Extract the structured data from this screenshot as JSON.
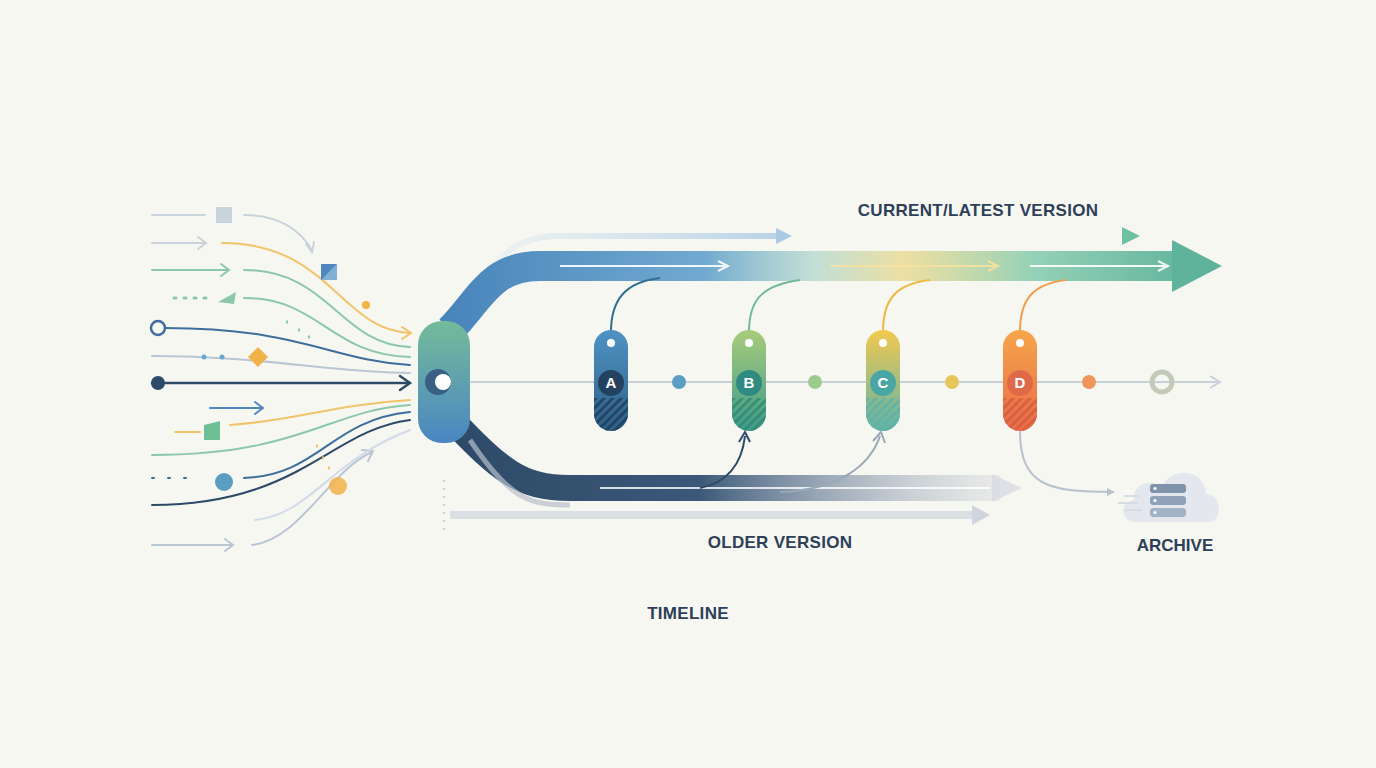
{
  "diagram": {
    "nodes": [
      {
        "text": [
          "A"
        ]
      },
      {
        "text": [
          "B"
        ]
      },
      {
        "text": [
          "C"
        ]
      },
      {
        "text": [
          "D"
        ]
      },
      {
        "text": [
          "ARCHIVE"
        ]
      }
    ],
    "edges": [
      {
        "from": 3,
        "to": 4,
        "arrow": "to"
      }
    ],
    "labels": [
      "CURRENT/LATEST VERSION",
      "OLDER VERSION",
      "TIMELINE"
    ]
  }
}
